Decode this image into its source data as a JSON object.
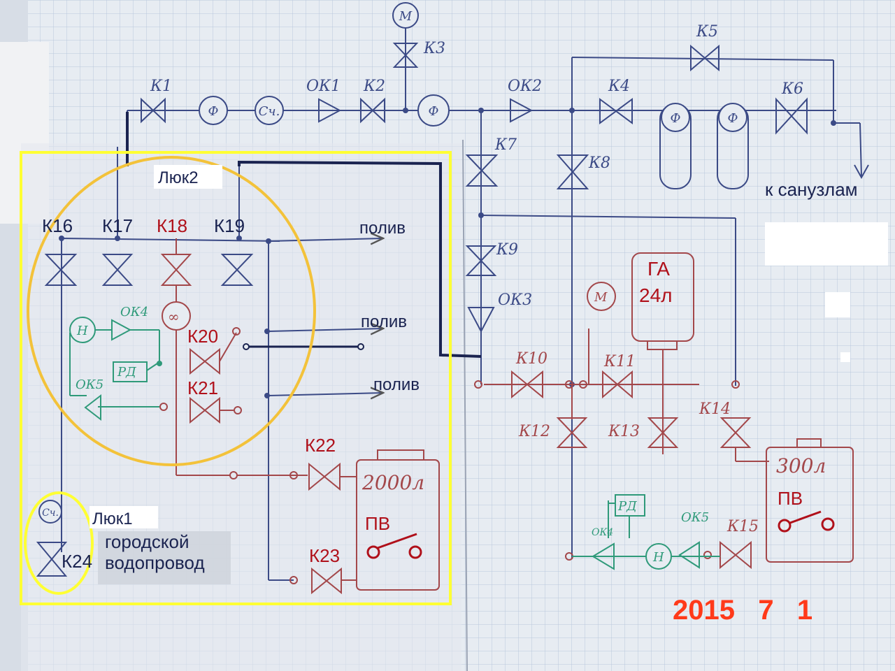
{
  "colors": {
    "paper": "#e7ecf2",
    "grid": "#b9c7dc",
    "pen_blue": "#3b4a86",
    "pen_dark": "#1a2350",
    "pen_red": "#a3474a",
    "pen_green": "#2f9a7a",
    "highlight_yellow": "#ffff33",
    "circle_yellow": "#f3c23a",
    "date_red": "#ff3a1a"
  },
  "valves": {
    "k1": "К1",
    "k2": "К2",
    "k3": "К3",
    "k4": "К4",
    "k5": "К5",
    "k6": "К6",
    "k7": "К7",
    "k8": "К8",
    "k9": "К9",
    "k10": "К10",
    "k11": "К11",
    "k12": "К12",
    "k13": "К13",
    "k14": "К14",
    "k15": "К15",
    "k16": "К16",
    "k17": "К17",
    "k18": "К18",
    "k19": "К19",
    "k20": "К20",
    "k21": "К21",
    "k22": "К22",
    "k23": "К23",
    "k24": "К24"
  },
  "check_valves": {
    "ok1": "ОК1",
    "ok2": "ОК2",
    "ok3": "ОК3",
    "ok4a": "ОК4",
    "ok5a": "ОК5",
    "ok4b": "ОК4",
    "ok5b": "ОК5"
  },
  "devices": {
    "filter": "Ф",
    "meter": "Сч.",
    "manometer": "М",
    "pump": "Н",
    "pressure_relay": "РД",
    "flow_meter": "∞",
    "accumulator_title": "ГА",
    "accumulator_volume": "24л",
    "tank_large": "2000л",
    "tank_small": "300л",
    "float_switch": "ПВ"
  },
  "annotations": {
    "hatch1": "Люк1",
    "hatch2": "Люк2",
    "city_water_line1": "городской",
    "city_water_line2": "водопровод",
    "to_bathrooms": "к санузлам",
    "watering": "полив"
  },
  "date_stamp": "2015   7   1"
}
